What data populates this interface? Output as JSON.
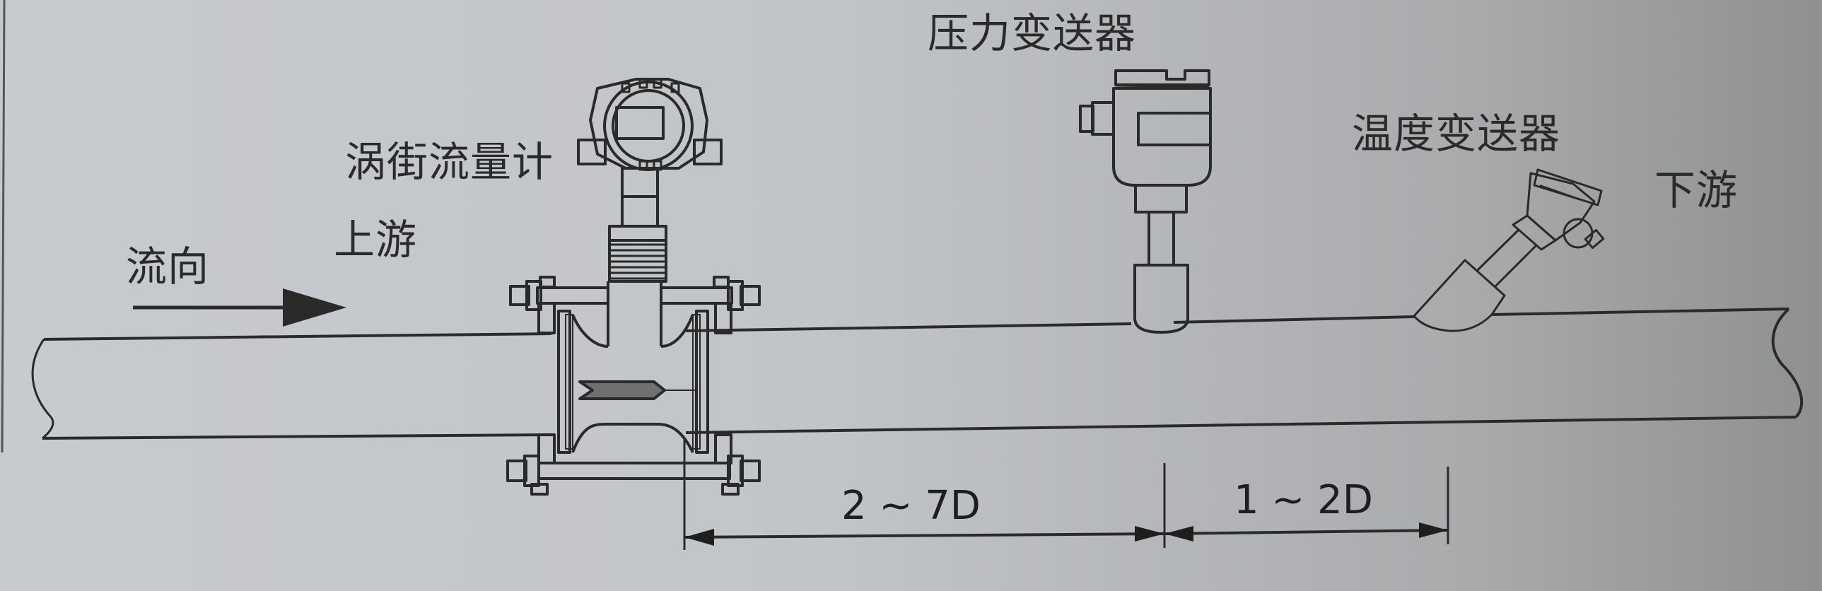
{
  "diagram": {
    "title": "Vortex flowmeter installation with pressure and temperature transmitters",
    "labels": {
      "flow_direction": "流向",
      "upstream": "上游",
      "downstream": "下游",
      "vortex_flowmeter": "涡街流量计",
      "pressure_transmitter": "压力变送器",
      "temperature_transmitter": "温度变送器"
    },
    "dimensions": {
      "flowmeter_to_pressure": "2 ~ 7D",
      "pressure_to_temperature": "1 ~ 2D"
    },
    "components": [
      {
        "id": "pipe",
        "name": "Pipeline"
      },
      {
        "id": "flow-arrow",
        "name": "Flow direction arrow"
      },
      {
        "id": "vortex-flowmeter",
        "name": "Vortex flowmeter (flanged, with display head)"
      },
      {
        "id": "pressure-transmitter",
        "name": "Pressure transmitter"
      },
      {
        "id": "temperature-transmitter",
        "name": "Temperature transmitter (angled)"
      }
    ],
    "colors": {
      "line": "#2a2a2a",
      "paper": "#c5c8cb"
    }
  }
}
